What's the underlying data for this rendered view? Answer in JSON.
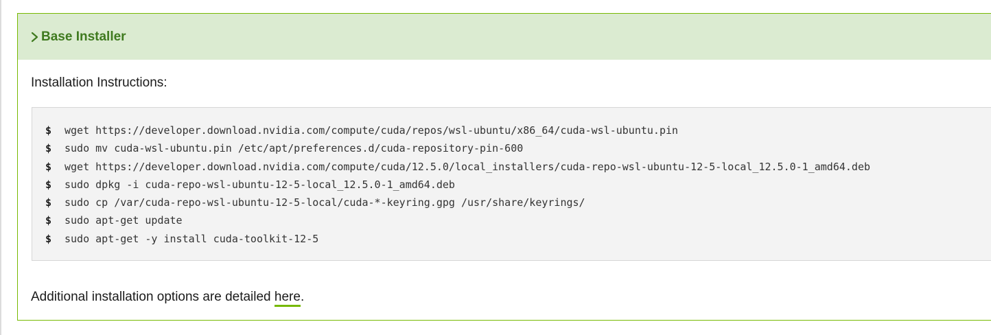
{
  "section": {
    "title": "Base Installer",
    "chevron_icon": "chevron-right-icon",
    "header_bg": "#dbebd1",
    "accent": "#76b900",
    "title_color": "#3f7a1f"
  },
  "instructions_label": "Installation Instructions:",
  "code": {
    "prompt": "$",
    "lines": [
      "wget https://developer.download.nvidia.com/compute/cuda/repos/wsl-ubuntu/x86_64/cuda-wsl-ubuntu.pin",
      "sudo mv cuda-wsl-ubuntu.pin /etc/apt/preferences.d/cuda-repository-pin-600",
      "wget https://developer.download.nvidia.com/compute/cuda/12.5.0/local_installers/cuda-repo-wsl-ubuntu-12-5-local_12.5.0-1_amd64.deb",
      "sudo dpkg -i cuda-repo-wsl-ubuntu-12-5-local_12.5.0-1_amd64.deb",
      "sudo cp /var/cuda-repo-wsl-ubuntu-12-5-local/cuda-*-keyring.gpg /usr/share/keyrings/",
      "sudo apt-get update",
      "sudo apt-get -y install cuda-toolkit-12-5"
    ]
  },
  "additional": {
    "text_before": "Additional installation options are detailed ",
    "link_text": "here",
    "text_after": "."
  }
}
